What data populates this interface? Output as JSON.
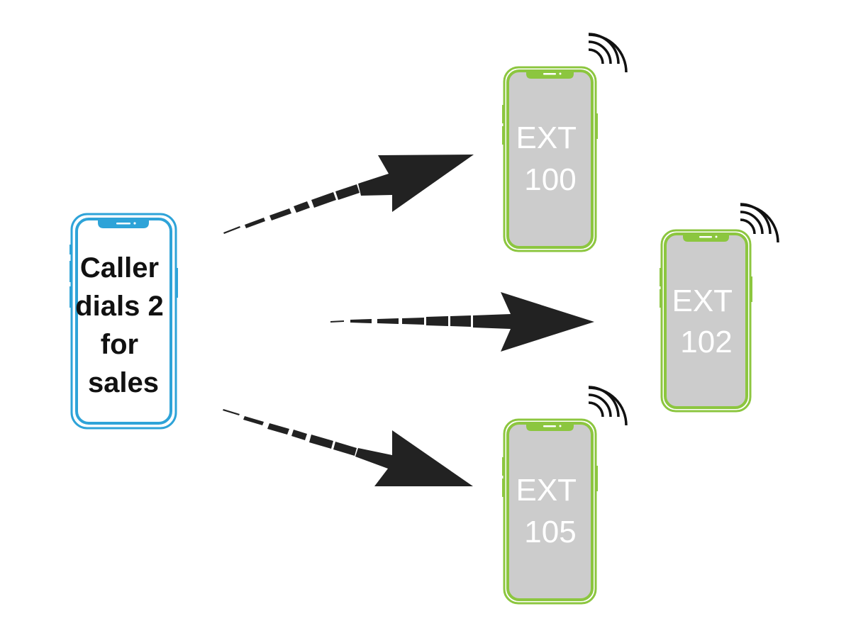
{
  "caller": {
    "lines": [
      "Caller",
      "dials 2",
      "for",
      "sales"
    ]
  },
  "extensions": [
    {
      "lines": [
        "EXT",
        "100"
      ]
    },
    {
      "lines": [
        "EXT",
        "102"
      ]
    },
    {
      "lines": [
        "EXT",
        "105"
      ]
    }
  ],
  "colors": {
    "caller_phone": "#2ea3d8",
    "extension_phone": "#8cc63f",
    "screen_gray": "#cccccc",
    "arrow": "#222222",
    "ringing_waves": "#111111",
    "caller_text": "#111111",
    "extension_text": "#ffffff"
  },
  "icons": {
    "ringing": "ringing-waves-icon",
    "arrow": "dashed-arrow-icon"
  }
}
